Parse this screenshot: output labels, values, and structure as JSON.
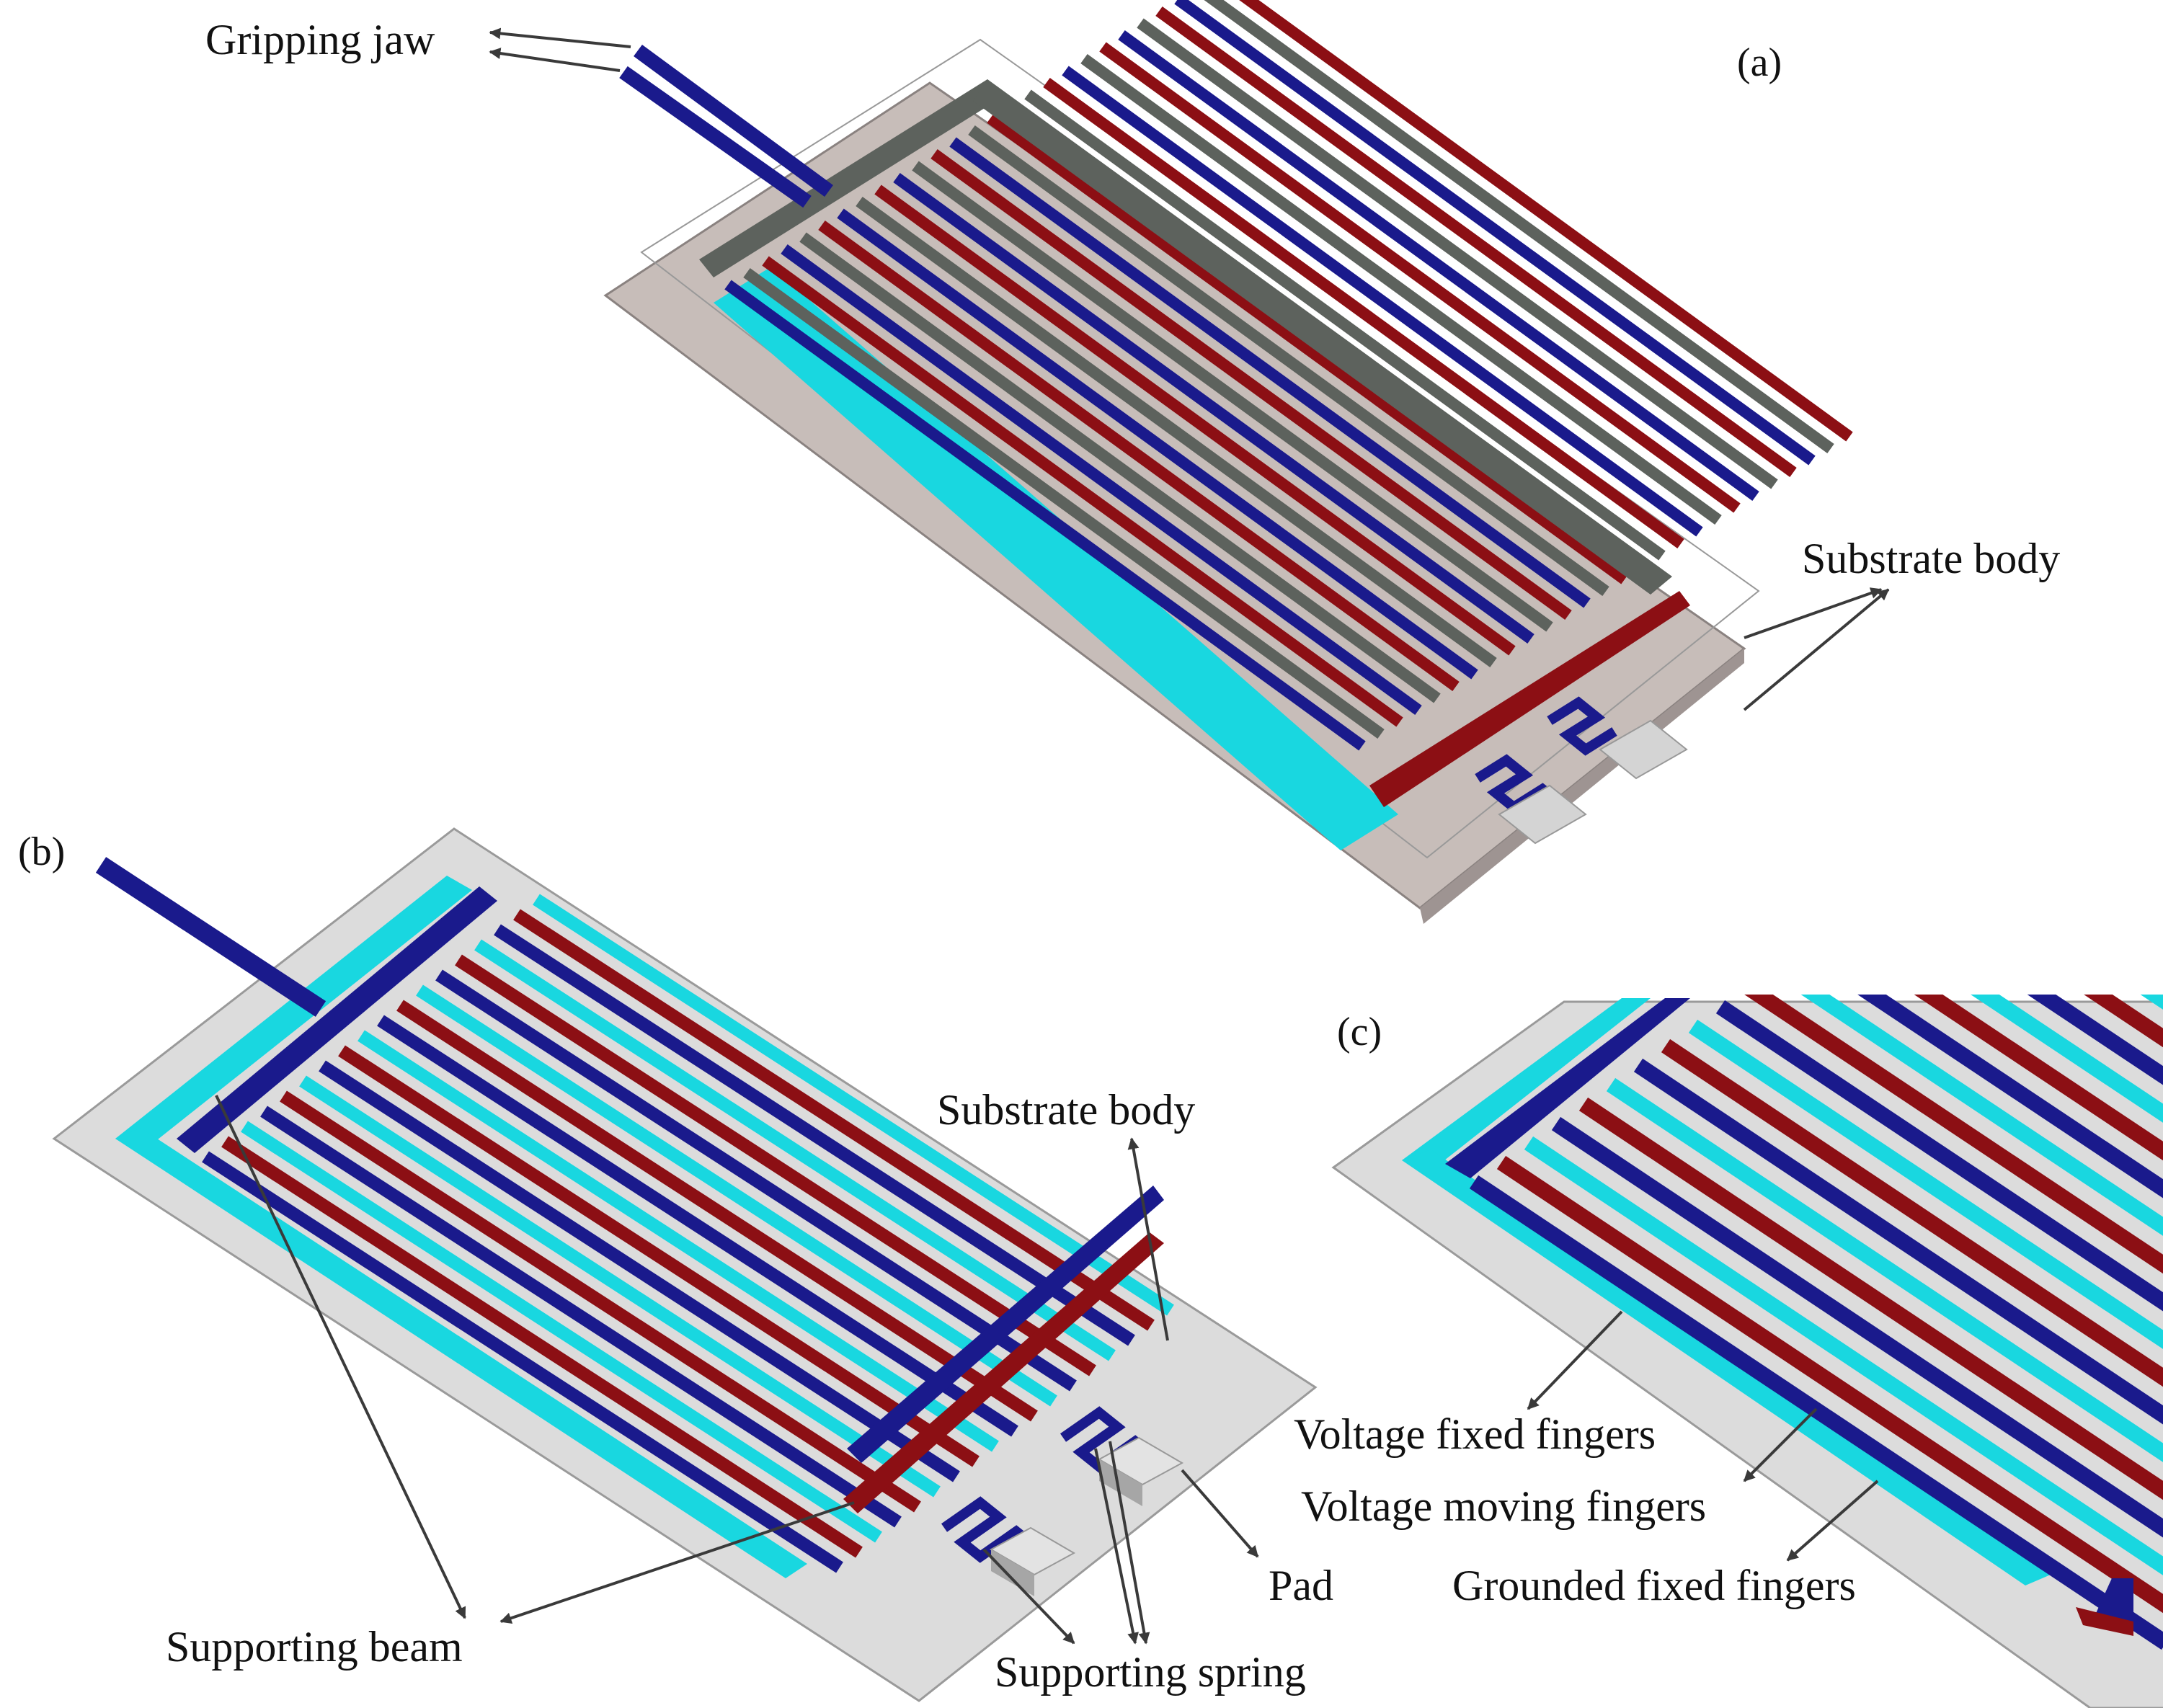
{
  "panels": {
    "a": {
      "tag": "(a)"
    },
    "b": {
      "tag": "(b)"
    },
    "c": {
      "tag": "(c)"
    }
  },
  "labels": {
    "gripping_jaw": "Gripping jaw",
    "substrate_body_a": "Substrate body",
    "substrate_body_b": "Substrate body",
    "supporting_beam": "Supporting beam",
    "supporting_spring": "Supporting spring",
    "pad": "Pad",
    "voltage_fixed": "Voltage fixed fingers",
    "voltage_moving": "Voltage moving fingers",
    "grounded_fixed": "Grounded fixed fingers"
  },
  "colors": {
    "blue": "#1a1a8c",
    "red": "#8c0f14",
    "cyan": "#19d7e0",
    "gray_finger": "#5d625d",
    "substrate_a": "#c7bdb9",
    "substrate_bc": "#dcdcdc",
    "pad_top": "#e3e3e3",
    "pad_side": "#a6a6a6",
    "arrow": "#3a3a3a"
  }
}
